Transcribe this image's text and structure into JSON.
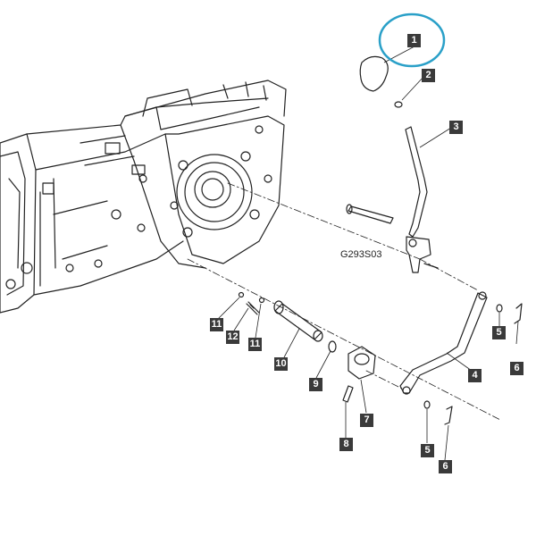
{
  "diagram": {
    "reference_code": "G293S03",
    "highlighted_part": "1",
    "highlight_color": "#2aa0c8",
    "line_color": "#222222",
    "callout_bg": "#3a3a3a",
    "callouts": {
      "c1": "1",
      "c2": "2",
      "c3": "3",
      "c4": "4",
      "c5a": "5",
      "c5b": "5",
      "c6a": "6",
      "c6b": "6",
      "c7": "7",
      "c8": "8",
      "c9": "9",
      "c10": "10",
      "c11a": "11",
      "c11b": "11",
      "c12": "12"
    }
  }
}
